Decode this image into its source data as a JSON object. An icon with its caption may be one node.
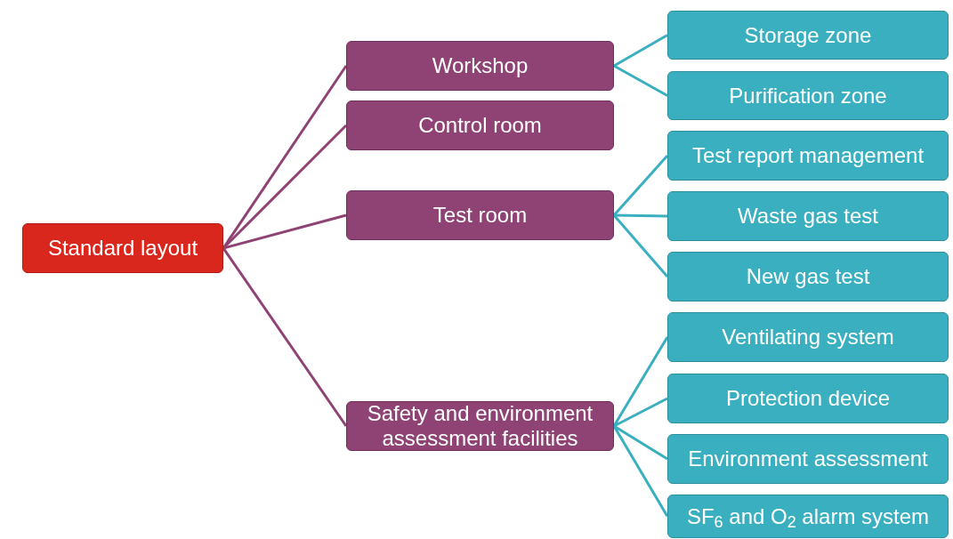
{
  "diagram": {
    "nodes": [
      {
        "text": [
          "Standard layout"
        ]
      },
      {
        "text": [
          "Workshop"
        ]
      },
      {
        "text": [
          "Control room"
        ]
      },
      {
        "text": [
          "Test room"
        ]
      },
      {
        "text": [
          "Safety and environment assessment facilities"
        ]
      },
      {
        "text": [
          "Storage zone"
        ]
      },
      {
        "text": [
          "Purification zone"
        ]
      },
      {
        "text": [
          "Test report management"
        ]
      },
      {
        "text": [
          "Waste gas test"
        ]
      },
      {
        "text": [
          "New gas test"
        ]
      },
      {
        "text": [
          "Ventilating system"
        ]
      },
      {
        "text": [
          "Protection device"
        ]
      },
      {
        "text": [
          "Environment assessment"
        ]
      },
      {
        "text": [
          "SF$_{6}$ and O$_{2}$ alarm system"
        ]
      }
    ],
    "edges": [
      {
        "from": 0,
        "to": 1,
        "arrow": "none",
        "color": "#8e4374"
      },
      {
        "from": 0,
        "to": 2,
        "arrow": "none",
        "color": "#8e4374"
      },
      {
        "from": 0,
        "to": 3,
        "arrow": "none",
        "color": "#8e4374"
      },
      {
        "from": 0,
        "to": 4,
        "arrow": "none",
        "color": "#8e4374"
      },
      {
        "from": 1,
        "to": 5,
        "arrow": "none"
      },
      {
        "from": 1,
        "to": 6,
        "arrow": "none"
      },
      {
        "from": 3,
        "to": 7,
        "arrow": "none"
      },
      {
        "from": 3,
        "to": 8,
        "arrow": "none"
      },
      {
        "from": 3,
        "to": 9,
        "arrow": "none"
      },
      {
        "from": 4,
        "to": 10,
        "arrow": "none"
      },
      {
        "from": 4,
        "to": 11,
        "arrow": "none"
      },
      {
        "from": 4,
        "to": 12,
        "arrow": "none"
      },
      {
        "from": 4,
        "to": 13,
        "arrow": "none"
      }
    ]
  }
}
